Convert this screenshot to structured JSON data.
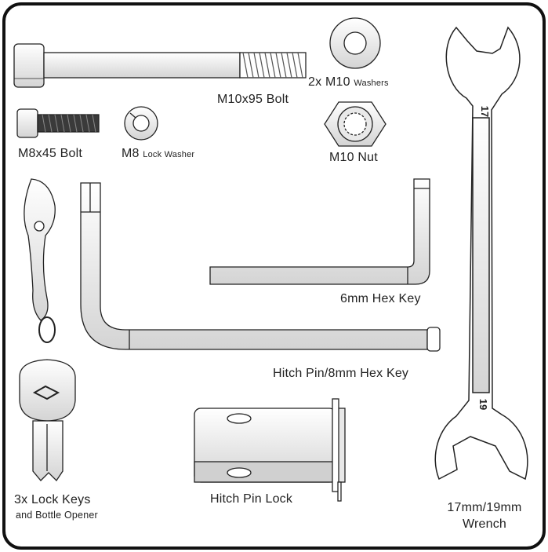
{
  "parts": {
    "bolt_m10": {
      "label": "M10x95 Bolt"
    },
    "washers_m10": {
      "qty": "2x",
      "label": "M10",
      "sub": "Washers"
    },
    "nut_m10": {
      "label": "M10 Nut"
    },
    "bolt_m8": {
      "label": "M8x45 Bolt"
    },
    "lock_washer_m8": {
      "label": "M8",
      "sub": "Lock Washer"
    },
    "hex_key_6mm": {
      "label": "6mm Hex Key"
    },
    "hitch_pin_hex_key": {
      "label": "Hitch Pin/8mm Hex Key"
    },
    "lock_keys": {
      "label": "3x Lock Keys",
      "sub": "and Bottle Opener"
    },
    "hitch_pin_lock": {
      "label": "Hitch Pin Lock"
    },
    "wrench": {
      "line1": "17mm/19mm",
      "line2": "Wrench",
      "size_top": "17",
      "size_bottom": "19"
    }
  },
  "colors": {
    "outline": "#222222",
    "shade": "#d6d6d6",
    "thread": "#444444"
  }
}
